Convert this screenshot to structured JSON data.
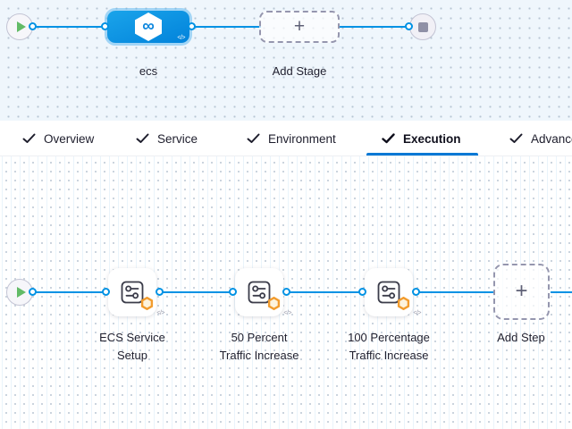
{
  "stage_canvas": {
    "stage": {
      "name": "ecs",
      "type": "deployment-stage"
    },
    "add_stage_label": "Add Stage"
  },
  "tabbar": {
    "tabs": [
      {
        "label": "Overview",
        "checked": true,
        "active": false
      },
      {
        "label": "Service",
        "checked": true,
        "active": false
      },
      {
        "label": "Environment",
        "checked": true,
        "active": false
      },
      {
        "label": "Execution",
        "checked": true,
        "active": true
      },
      {
        "label": "Advanced",
        "checked": true,
        "active": false
      }
    ]
  },
  "exec_canvas": {
    "steps": [
      {
        "lines": [
          "ECS Service",
          "Setup"
        ]
      },
      {
        "lines": [
          "50 Percent",
          "Traffic Increase"
        ]
      },
      {
        "lines": [
          "100 Percentage",
          "Traffic Increase"
        ]
      }
    ],
    "add_step_label": "Add Step"
  },
  "icons": {
    "infinity": "∞",
    "code": "</>",
    "plus": "+"
  },
  "colors": {
    "connector_blue": "#0092e4",
    "tab_underline_blue": "#0278d5",
    "stage_node_blue": "#0b93e0",
    "play_green": "#62bb67",
    "stop_gray": "#8f90a6",
    "badge_orange": "#f29c2e",
    "canvas_top_bg": "#eff6fc",
    "canvas_bottom_bg": "#ffffff"
  }
}
